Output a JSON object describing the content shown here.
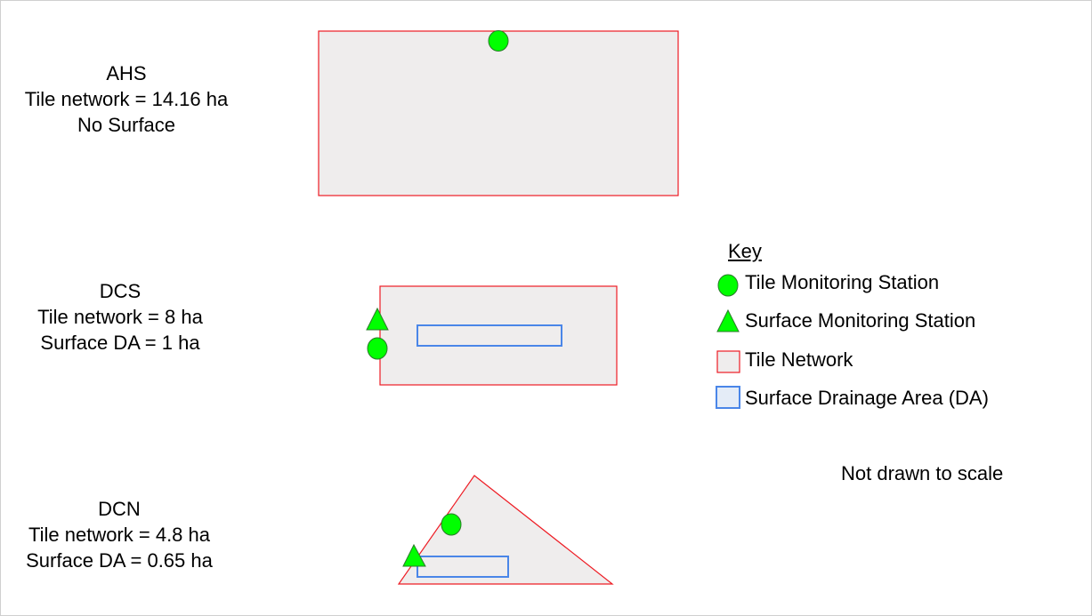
{
  "sites": [
    {
      "name": "AHS",
      "tile": "Tile network = 14.16 ha",
      "surface": "No Surface"
    },
    {
      "name": "DCS",
      "tile": "Tile network = 8 ha",
      "surface": "Surface DA = 1 ha"
    },
    {
      "name": "DCN",
      "tile": "Tile network = 4.8 ha",
      "surface": "Surface DA = 0.65 ha"
    }
  ],
  "key": {
    "title": "Key",
    "items": [
      {
        "label": "Tile Monitoring Station",
        "icon": "green-circle-icon"
      },
      {
        "label": "Surface Monitoring Station",
        "icon": "green-triangle-icon"
      },
      {
        "label": "Tile Network",
        "icon": "red-square-icon"
      },
      {
        "label": "Surface Drainage Area (DA)",
        "icon": "blue-square-icon"
      }
    ]
  },
  "note": "Not drawn to scale",
  "colors": {
    "tile_network_border": "#ee1c24",
    "tile_network_fill": "#efeded",
    "drainage_border": "#4a86e8",
    "station_fill": "#00ff00",
    "station_border": "#2a7a2a"
  }
}
